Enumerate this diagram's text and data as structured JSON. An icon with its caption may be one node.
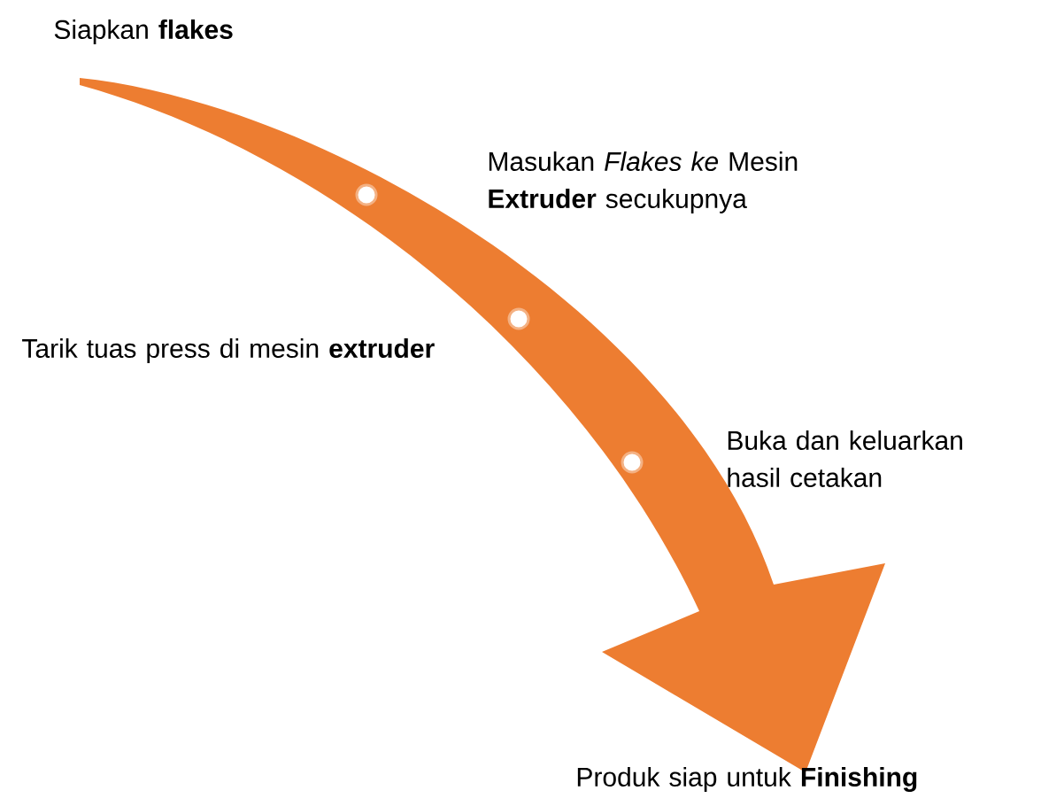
{
  "diagram": {
    "labels": [
      "Siapkan **flakes**",
      "Masukan *Flakes ke* Mesin **Extruder** secukupnya",
      "Tarik tuas press di mesin **extruder**",
      "Buka dan keluarkan hasil cetakan",
      "Produk siap untuk **Finishing**"
    ]
  }
}
